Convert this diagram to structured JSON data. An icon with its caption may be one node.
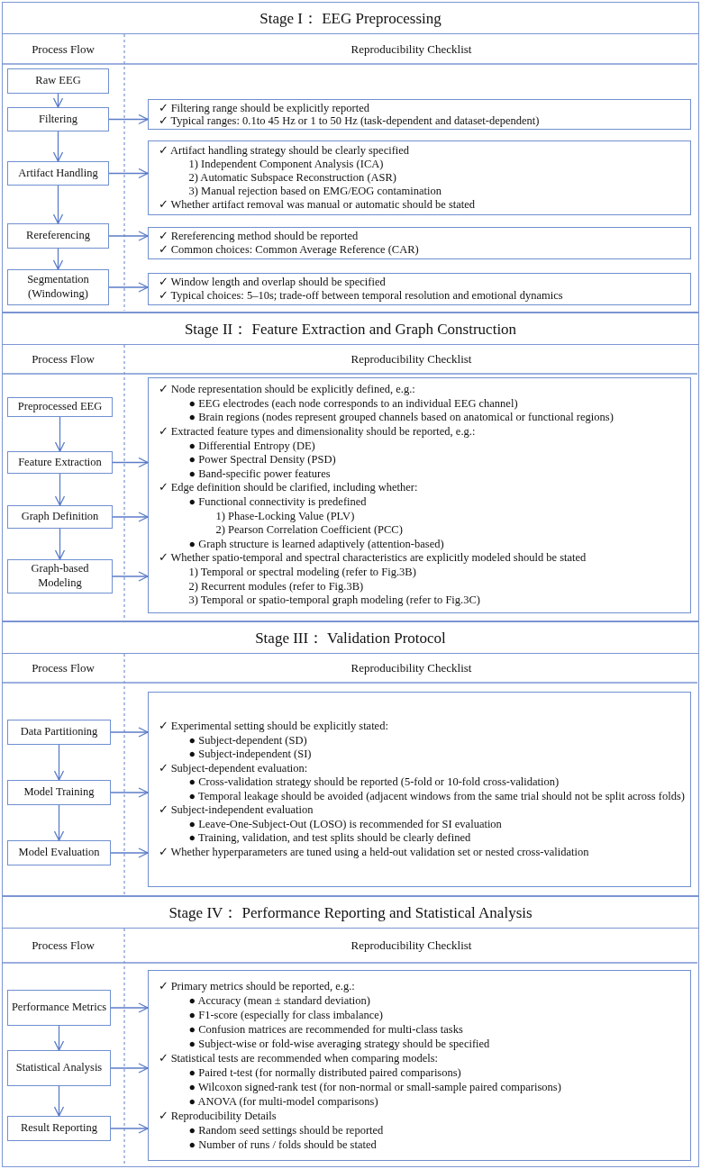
{
  "diagram": {
    "nodes": [
      {
        "text": [
          "Stage I： EEG Preprocessing",
          "Process Flow",
          "Reproducibility Checklist"
        ]
      },
      {
        "text": [
          "Raw EEG"
        ],
        "in": 0
      },
      {
        "text": [
          "Filtering"
        ],
        "in": 0
      },
      {
        "text": [
          "Artifact Handling"
        ],
        "in": 0
      },
      {
        "text": [
          "Rereferencing"
        ],
        "in": 0
      },
      {
        "text": [
          "Segmentation (Windowing)"
        ],
        "in": 0
      },
      {
        "text": [
          "✓ Filtering range should be explicitly reported",
          "✓ Typical ranges: 0.1to 45 Hz or 1 to 50 Hz (task-dependent and dataset-dependent)"
        ],
        "in": 0
      },
      {
        "text": [
          "✓ Artifact handling strategy should be clearly specified",
          "1) Independent Component Analysis (ICA)",
          "2) Automatic Subspace Reconstruction (ASR)",
          "3) Manual rejection based on EMG/EOG contamination",
          "✓ Whether artifact removal was manual or automatic should be stated"
        ],
        "in": 0
      },
      {
        "text": [
          "✓ Rereferencing method should be reported",
          "✓ Common choices: Common Average Reference (CAR)"
        ],
        "in": 0
      },
      {
        "text": [
          "✓ Window length and overlap should be specified",
          "✓ Typical choices: 5–10s; trade-off between temporal resolution and emotional dynamics"
        ],
        "in": 0
      },
      {
        "text": [
          "Stage II： Feature Extraction and Graph Construction",
          "Process Flow",
          "Reproducibility Checklist"
        ]
      },
      {
        "text": [
          "Preprocessed EEG"
        ],
        "in": 10
      },
      {
        "text": [
          "Feature Extraction"
        ],
        "in": 10
      },
      {
        "text": [
          "Graph Definition"
        ],
        "in": 10
      },
      {
        "text": [
          "Graph-based Modeling"
        ],
        "in": 10
      },
      {
        "text": [
          "✓ Node representation should be explicitly defined, e.g.:",
          "● EEG electrodes (each node corresponds to an individual EEG channel)",
          "● Brain regions (nodes represent grouped channels based on anatomical or functional regions)",
          "✓ Extracted feature types and dimensionality should be reported, e.g.:",
          "● Differential Entropy (DE)",
          "● Power Spectral Density (PSD)",
          "● Band-specific power features",
          "✓ Edge definition should be clarified, including whether:",
          "● Functional connectivity is predefined",
          "1) Phase-Locking Value (PLV)",
          "2) Pearson Correlation Coefficient (PCC)",
          "● Graph structure is learned adaptively (attention-based)",
          "✓ Whether spatio-temporal and spectral characteristics are explicitly modeled should be stated",
          "1) Temporal or spectral modeling (refer to Fig.3B)",
          "2) Recurrent modules (refer to Fig.3B)",
          "3) Temporal or spatio-temporal graph modeling (refer to Fig.3C)"
        ],
        "in": 10
      },
      {
        "text": [
          "Stage III： Validation Protocol",
          "Process Flow",
          "Reproducibility Checklist"
        ]
      },
      {
        "text": [
          "Data Partitioning"
        ],
        "in": 16
      },
      {
        "text": [
          "Model Training"
        ],
        "in": 16
      },
      {
        "text": [
          "Model Evaluation"
        ],
        "in": 16
      },
      {
        "text": [
          "✓ Experimental setting should be explicitly stated:",
          "● Subject-dependent (SD)",
          "● Subject-independent (SI)",
          "✓ Subject-dependent evaluation:",
          "● Cross-validation strategy should be reported (5-fold or 10-fold cross-validation)",
          "● Temporal leakage should be avoided (adjacent windows from the same trial should not be split across folds)",
          "✓ Subject-independent evaluation",
          "● Leave-One-Subject-Out (LOSO) is recommended for SI evaluation",
          "● Training, validation, and test splits should be clearly defined",
          "✓ Whether hyperparameters are tuned using a held-out validation set or nested cross-validation"
        ],
        "in": 16
      },
      {
        "text": [
          "Stage IV： Performance Reporting and Statistical Analysis",
          "Process Flow",
          "Reproducibility Checklist"
        ]
      },
      {
        "text": [
          "Performance Metrics"
        ],
        "in": 21
      },
      {
        "text": [
          "Statistical Analysis"
        ],
        "in": 21
      },
      {
        "text": [
          "Result Reporting"
        ],
        "in": 21
      },
      {
        "text": [
          "✓ Primary metrics should be reported, e.g.:",
          "● Accuracy (mean ± standard deviation)",
          "● F1-score (especially for class imbalance)",
          "● Confusion matrices are recommended for multi-class tasks",
          "● Subject-wise or fold-wise averaging strategy should be specified",
          "✓ Statistical tests are recommended when comparing models:",
          "● Paired t-test (for normally distributed paired comparisons)",
          "● Wilcoxon signed-rank test (for non-normal or small-sample paired comparisons)",
          "● ANOVA (for multi-model comparisons)",
          "✓ Reproducibility Details",
          "● Random seed settings should be reported",
          "● Number of runs / folds should be stated"
        ],
        "in": 21
      }
    ],
    "edges": [
      {
        "from": 1,
        "to": 2,
        "arrow": "to"
      },
      {
        "from": 2,
        "to": 3,
        "arrow": "to"
      },
      {
        "from": 3,
        "to": 4,
        "arrow": "to"
      },
      {
        "from": 4,
        "to": 5,
        "arrow": "to"
      },
      {
        "from": 2,
        "to": 6,
        "arrow": "to"
      },
      {
        "from": 3,
        "to": 7,
        "arrow": "to"
      },
      {
        "from": 4,
        "to": 8,
        "arrow": "to"
      },
      {
        "from": 5,
        "to": 9,
        "arrow": "to"
      },
      {
        "from": 11,
        "to": 12,
        "arrow": "to"
      },
      {
        "from": 12,
        "to": 13,
        "arrow": "to"
      },
      {
        "from": 13,
        "to": 14,
        "arrow": "to"
      },
      {
        "from": 12,
        "to": 15,
        "arrow": "to"
      },
      {
        "from": 13,
        "to": 15,
        "arrow": "to"
      },
      {
        "from": 14,
        "to": 15,
        "arrow": "to"
      },
      {
        "from": 17,
        "to": 18,
        "arrow": "to"
      },
      {
        "from": 18,
        "to": 19,
        "arrow": "to"
      },
      {
        "from": 17,
        "to": 20,
        "arrow": "to"
      },
      {
        "from": 18,
        "to": 20,
        "arrow": "to"
      },
      {
        "from": 19,
        "to": 20,
        "arrow": "to"
      },
      {
        "from": 22,
        "to": 23,
        "arrow": "to"
      },
      {
        "from": 23,
        "to": 24,
        "arrow": "to"
      },
      {
        "from": 22,
        "to": 25,
        "arrow": "to"
      },
      {
        "from": 23,
        "to": 25,
        "arrow": "to"
      },
      {
        "from": 24,
        "to": 25,
        "arrow": "to"
      }
    ]
  }
}
